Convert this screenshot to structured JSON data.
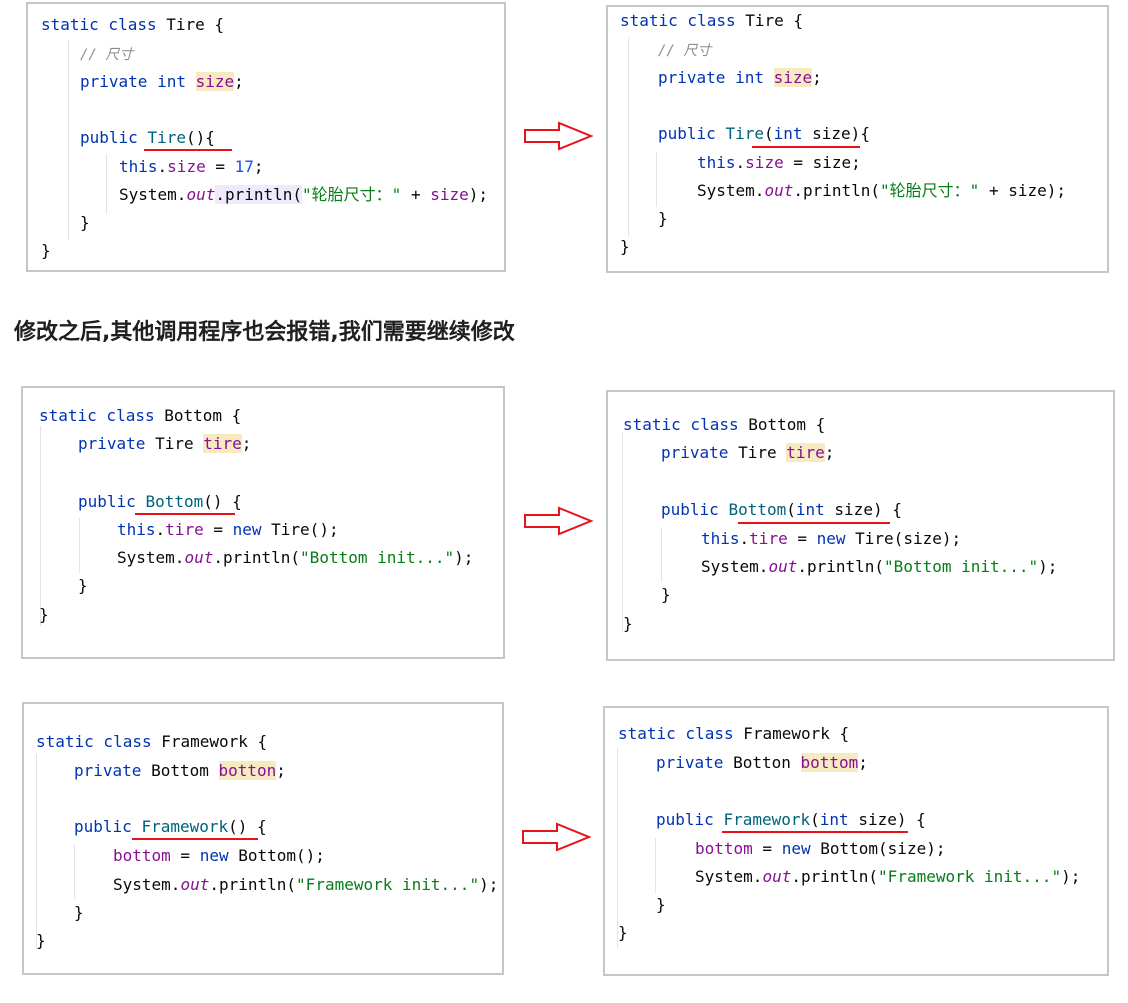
{
  "heading": "修改之后,其他调用程序也会报错,我们需要继续修改",
  "arrow_icon": "red-outline-right-arrow",
  "colors": {
    "keyword": "#0033b3",
    "field": "#871094",
    "string": "#067d17",
    "number": "#1750eb",
    "comment": "#8c8c8c",
    "declaration": "#00627a",
    "highlight": "#f5eac0",
    "underline": "#e8121b",
    "border": "#c6c6c6"
  },
  "tire_before": {
    "kw_static_class": "static class",
    "class_name": " Tire {",
    "comment": "// 尺寸",
    "kw_private_int": "private int",
    "field_size": "size",
    "semi": ";",
    "kw_public": "public",
    "ctor_name": "Tire",
    "ctor_rest": "(){",
    "kw_this": "this",
    "dot": ".",
    "size": "size",
    "assign": " = ",
    "num": "17",
    "system_out": "System.",
    "out": "out",
    "println_call": ".println",
    "paren_open": "(",
    "str": "\"轮胎尺寸：\"",
    "concat": " + ",
    "close": ");",
    "brace_inner": "}",
    "brace_outer": "}"
  },
  "tire_after": {
    "kw_static_class": "static class",
    "class_name": " Tire {",
    "comment": "// 尺寸",
    "kw_private_int": "private int",
    "field_size": "size",
    "semi": ";",
    "kw_public": "public",
    "ctor_name": "Tire",
    "paren_open": "(",
    "kw_int": "int",
    "param": " size){",
    "kw_this": "this",
    "dot": ".",
    "size": "size",
    "assign_rhs": " = size;",
    "system_out": "System.",
    "out": "out",
    "println_call": ".println(",
    "str": "\"轮胎尺寸：\"",
    "concat_rest": " + size);",
    "brace_inner": "}",
    "brace_outer": "}"
  },
  "bottom_before": {
    "kw_static_class": "static class",
    "class_name": " Bottom {",
    "kw_private": "private",
    "type_tire": " Tire ",
    "field_tire": "tire",
    "semi": ";",
    "kw_public": "public",
    "ctor_name": "Bottom",
    "ctor_rest": "() {",
    "kw_this": "this",
    "dot": ".",
    "tire": "tire",
    "assign": " = ",
    "kw_new": "new",
    "new_rest": " Tire();",
    "system_out": "System.",
    "out": "out",
    "println_call": ".println(",
    "str": "\"Bottom init...\"",
    "close": ");",
    "brace_inner": "}",
    "brace_outer": "}"
  },
  "bottom_after": {
    "kw_static_class": "static class",
    "class_name": " Bottom {",
    "kw_private": "private",
    "type_tire": " Tire ",
    "field_tire": "tire",
    "semi": ";",
    "kw_public": "public",
    "ctor_name": "Bottom",
    "paren_open": "(",
    "kw_int": "int",
    "param": " size) {",
    "kw_this": "this",
    "dot": ".",
    "tire": "tire",
    "assign": " = ",
    "kw_new": "new",
    "new_rest": " Tire(size);",
    "system_out": "System.",
    "out": "out",
    "println_call": ".println(",
    "str": "\"Bottom init...\"",
    "close": ");",
    "brace_inner": "}",
    "brace_outer": "}"
  },
  "framework_before": {
    "kw_static_class": "static class",
    "class_name": " Framework {",
    "kw_private": "private",
    "type_bottom": " Bottom ",
    "field_botton": "botton",
    "semi": ";",
    "kw_public": "public",
    "ctor_name": "Framework",
    "ctor_rest": "() {",
    "field_bottom": "bottom",
    "assign": " = ",
    "kw_new": "new",
    "new_rest": " Bottom();",
    "system_out": "System.",
    "out": "out",
    "println_call": ".println(",
    "str": "\"Framework init...\"",
    "close": ");",
    "brace_inner": "}",
    "brace_outer": "}"
  },
  "framework_after": {
    "kw_static_class": "static class",
    "class_name": " Framework {",
    "kw_private": "private",
    "type_botton": " Botton ",
    "field_bottom": "bottom",
    "semi": ";",
    "kw_public": "public",
    "ctor_name": "Framework",
    "paren_open": "(",
    "kw_int": "int",
    "param": " size) {",
    "field_bottom2": "bottom",
    "assign": " = ",
    "kw_new": "new",
    "new_rest": " Bottom(size);",
    "system_out": "System.",
    "out": "out",
    "println_call": ".println(",
    "str": "\"Framework init...\"",
    "close": ");",
    "brace_inner": "}",
    "brace_outer": "}"
  }
}
